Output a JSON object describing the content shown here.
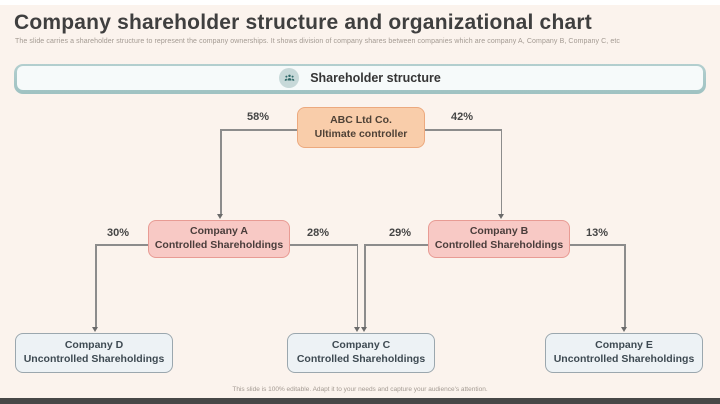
{
  "title": "Company shareholder structure and organizational chart",
  "subtitle": "The slide carries a shareholder structure to represent the company ownerships. It shows division of company shares between companies which are company A, Company B, Company C, etc",
  "banner": {
    "label": "Shareholder structure",
    "icon": "people-group-icon"
  },
  "org_chart": {
    "root": {
      "line1": "ABC Ltd Co.",
      "line2": "Ultimate controller"
    },
    "mid": [
      {
        "line1": "Company A",
        "line2": "Controlled Shareholdings"
      },
      {
        "line1": "Company B",
        "line2": "Controlled Shareholdings"
      }
    ],
    "bottom": [
      {
        "line1": "Company D",
        "line2": "Uncontrolled Shareholdings"
      },
      {
        "line1": "Company C",
        "line2": "Controlled Shareholdings"
      },
      {
        "line1": "Company E",
        "line2": "Uncontrolled Shareholdings"
      }
    ],
    "percentages": {
      "root_to_a": "58%",
      "root_to_b": "42%",
      "a_to_d": "30%",
      "a_to_c": "28%",
      "b_to_c": "29%",
      "b_to_e": "13%"
    }
  },
  "footer": "This slide is 100% editable. Adapt it to your needs and capture your audience's attention.",
  "colors": {
    "slide_background": "#fbf3ed",
    "peach_fill": "#f9cdaa",
    "peach_border": "#eca97e",
    "pink_fill": "#f8c9c5",
    "pink_border": "#e89b94",
    "gray_fill": "#edf2f5",
    "gray_border": "#9ba7ae",
    "banner_teal": "#a5c6c6",
    "banner_icon_teal": "#2f6868",
    "connector_gray": "#8c8c8c"
  }
}
